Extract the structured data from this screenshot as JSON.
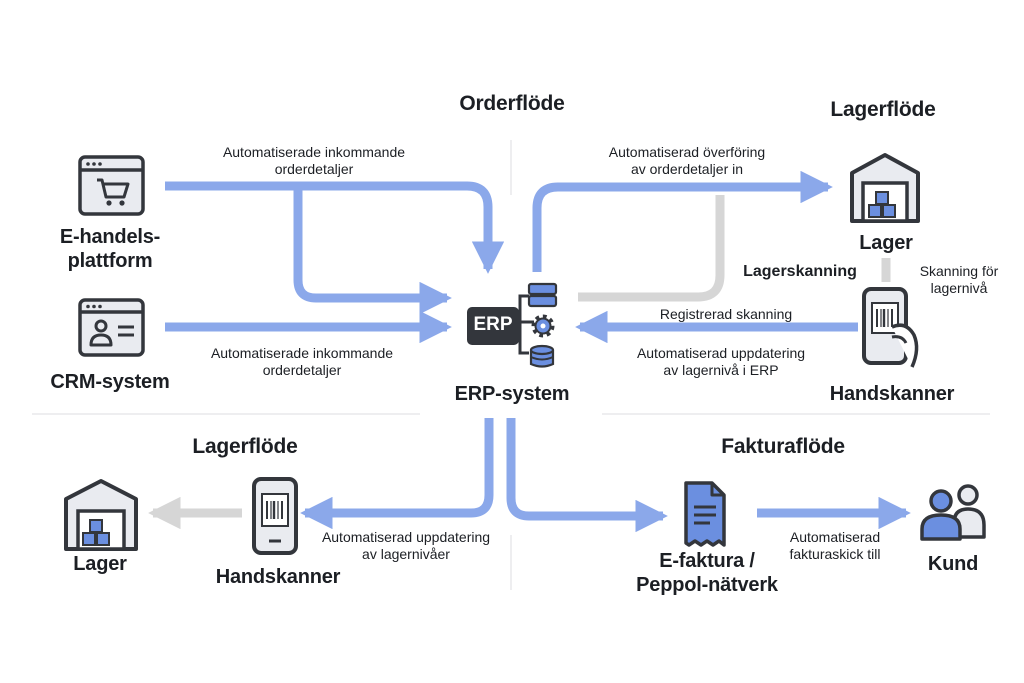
{
  "titles": {
    "order_flow": "Orderflöde",
    "stock_flow_top": "Lagerflöde",
    "stock_flow_bottom": "Lagerflöde",
    "invoice_flow": "Fakturaflöde"
  },
  "nodes": {
    "ecommerce": "E-handels-\nplattform",
    "crm": "CRM-system",
    "erp": "ERP-system",
    "erp_icon": "ERP",
    "warehouse_top": "Lager",
    "scanner_top": "Handskanner",
    "warehouse_bottom": "Lager",
    "scanner_bottom": "Handskanner",
    "einvoice": "E-faktura /\nPeppol-nätverk",
    "customer": "Kund"
  },
  "flows": {
    "ecommerce_to_erp": "Automatiserade inkommande\norderdetaljer",
    "crm_to_erp": "Automatiserade inkommande\norderdetaljer",
    "erp_to_warehouse": "Automatiserad överföring\nav orderdetaljer in",
    "stock_scan": "Lagerskanning",
    "scan_for_level": "Skanning för\nlagernivå",
    "registered_scan": "Registrerad skanning",
    "update_erp": "Automatiserad uppdatering\nav lagernivå i ERP",
    "erp_to_scanner_bottom": "Automatiserad uppdatering\nav lagernivåer",
    "invoice_to_customer": "Automatiserad\nfakturaskick till"
  },
  "colors": {
    "flow_blue": "#8ba8ea",
    "flow_gray": "#d6d6d6",
    "icon_dark": "#33363c",
    "icon_blue": "#6b8fe0",
    "icon_light": "#e9ebf0"
  },
  "icons": {
    "ecommerce": "shopping-cart-window-icon",
    "crm": "contact-card-window-icon",
    "erp": "erp-hub-icon",
    "warehouse": "warehouse-icon",
    "scanner": "handheld-scanner-icon",
    "einvoice": "invoice-document-icon",
    "customer": "people-icon"
  }
}
